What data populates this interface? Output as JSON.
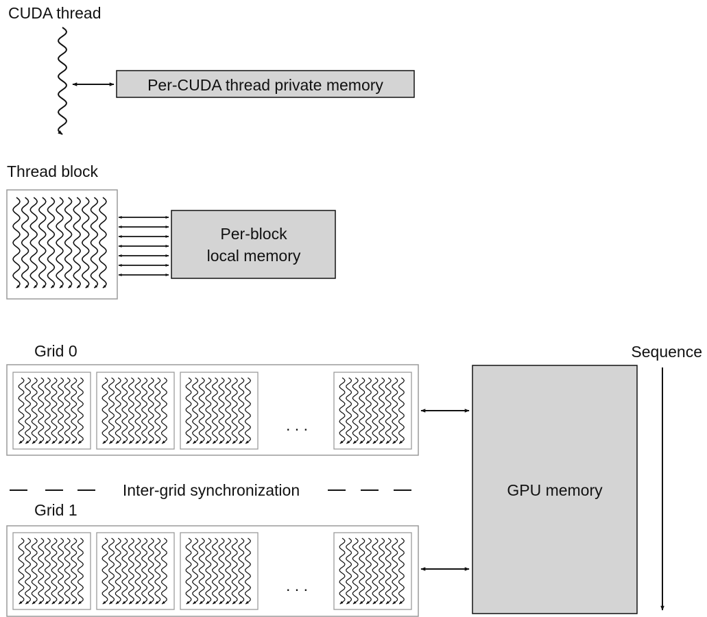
{
  "thread": {
    "title": "CUDA thread",
    "memory_label": "Per-CUDA thread private memory"
  },
  "block": {
    "title": "Thread block",
    "memory_line1": "Per-block",
    "memory_line2": "local memory"
  },
  "grid0": {
    "title": "Grid 0",
    "ellipsis": ". . ."
  },
  "grid1": {
    "title": "Grid 1",
    "ellipsis": ". . ."
  },
  "sync": {
    "label": "Inter-grid synchronization"
  },
  "gpu": {
    "memory_label": "GPU memory"
  },
  "sequence": {
    "label": "Sequence"
  },
  "colors": {
    "memory_fill": "#d4d4d4",
    "stroke": "#111111",
    "frame": "#9a9a9a"
  }
}
